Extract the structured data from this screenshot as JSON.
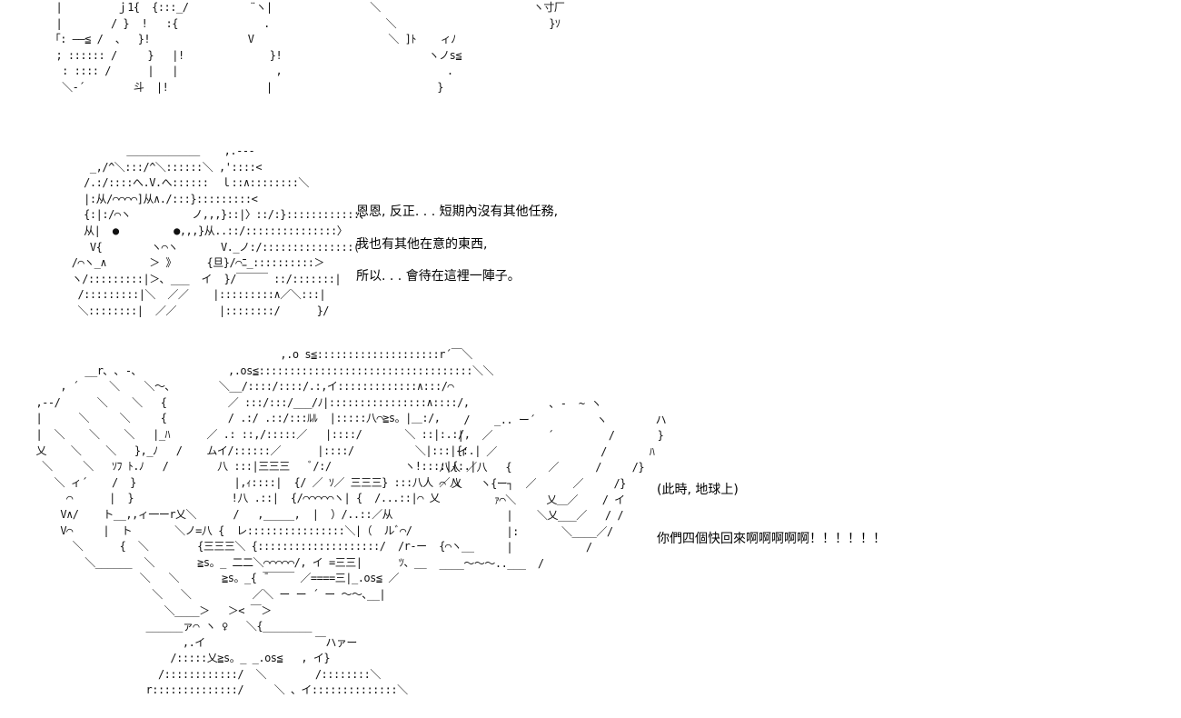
{
  "dialogue": {
    "lines": [
      "恩恩, 反正. . . 短期內沒有其他任務,",
      "我也有其他在意的東西,",
      "所以. . . 會待在這裡一陣子。"
    ]
  },
  "narration": {
    "scene": "(此時, 地球上)",
    "shout": "你們四個快回來啊啊啊啊啊！！！！！！"
  },
  "art": {
    "top": [
      "  |         ｊ1{  {:::_/          ¨ヽ|                ＼                         ヽ寸厂",
      "  |        / }  !   :{              .                   ＼                         }ｿ",
      " 「: ――≦ /  、  }!                V                      ＼ ]ﾄ    ィﾉ",
      "  ; :::::: /     }   |!              }!                        ヽノs≦",
      "   : :::: /      |   |                ,                           .",
      "   ＼-´        斗  |!                |                           }"
    ],
    "face": [
      "          ＿＿＿＿＿＿＿    ,.---",
      "    _,/^＼:::/^＼::::::＼ ,'::::<",
      "   /.:/::::へ.V.へ::::::  ｌ::∧::::::::＼",
      "   |:从/⌒⌒⌒⌒]从∧./:::}:::::::::<",
      "   {:|:/⌒ヽ          ノ,,,}::|〉::/:}::::::::::::､",
      "   从|  ●         ●,,,}从..::/:::::::::::::::〉",
      "    V{        ヽ⌒ヽ       V._ノ:/:::::::::::::::(",
      " /⌒ヽ_∧       ＞ 》     {旦}/⌒ﾆ_::::::::::＞",
      " ヽ/:::::::::|＞､ ___  イ  }/￣￣￣ ::/:::::::|",
      "  /:::::::::|＼  ／／    |:::::::::∧／＼:::|",
      "  ＼::::::::|  ／／       |::::::::/      }/"
    ],
    "bottom": [
      "                                          ,.o s≦::::::::::::::::::::r´￣＼",
      "          __r､ ､ -､               ,.os≦:::::::::::::::::::::::::::::::::::＼＼",
      "      , ´     ＼    ＼～､        ＼__/::::/::::/.:,イ:::::::::::::∧:::/⌒",
      "  ,-‐/      ＼    ＼   {          ／ :::/:::/___/ﾉ|::::::::::::::::∧::::/,",
      "  |      ＼     ＼     {          / .:/ .::/:::ﾙﾙ  |:::::八⌒≧s。|＿:/,",
      "  |  ＼    ＼    ＼   |_ﾊ      ／ .: ::,/:::::／   |::::/       ＼ ::|:.:/,",
      "  乂    ＼    ＼   },_ﾉ   /    ムイ/::::::／      |::::/          ＼|:::|{:.|",
      "   ＼     ＼   ｿﾌ ﾄ.ﾉ   /        八 :::|三三三   ﾞ/:/            ヽ!::::|{:.|",
      "     ＼ ィ´    /  }                |,ｨ::::|  {/ ／ ｿ／ 三三三} :::八人 ／八",
      "       ⌒      |  }                !八 .::|  {/⌒⌒⌒⌒⌒ヽ| {  /...::|⌒ 乂",
      "      V∧/    ト__,,ィ一ーr乂＼      /   ,_____,  |  ）/..::／从",
      "      V⌒     |  ト       ＼ノ=八 {  レ::::::::::::::::＼|（  ルﾞ⌒/",
      "        ＼      {  ＼        {三三三＼ {::::::::::::::::::::/  /r‐ー  {⌒ヽ__",
      "          ＼______  ＼       ≧s。_ 二二＼⌒⌒⌒⌒⌒/, イ =三三|      ﾂ、__",
      "                   ＼   ＼       ≧s。_{ ̄￣￣￣ ／====三|_.os≦ ／",
      "                     ＼   ＼          ／＼ ー ー ´ ー 〜～､__|",
      "                       ＼____＞   ＞< ￣＞",
      "                    ______ァ⌒ ヽ ♀   ＼{________",
      "                          ,.イ                  ￣ハァー",
      "                        /:::::乂≧s。_ _.os≦   , イ}",
      "                      /::::::::::::/  ＼        /::::::::＼",
      "                    r::::::::::::::/     ＼ 、イ::::::::::::::＼"
    ],
    "bottom_right": [
      "                    ､ ‐  ~ ヽ",
      "      /    _.. ー´          ヽ        ハ",
      "     |   ／         ´         /       }",
      "     イ   ／                 /       ﾊ",
      "  八人 ／八   {      ／      /     /}",
      "  ⌒ 乂   ヽ{ー┐  ／      ／     /}",
      "           ｧ⌒＼     乂＿／    / イ",
      "             |    ＼乂___／   / /",
      "             |:       ＼____／/",
      "             |            /",
      "  ____〜〜～..___  /"
    ]
  }
}
